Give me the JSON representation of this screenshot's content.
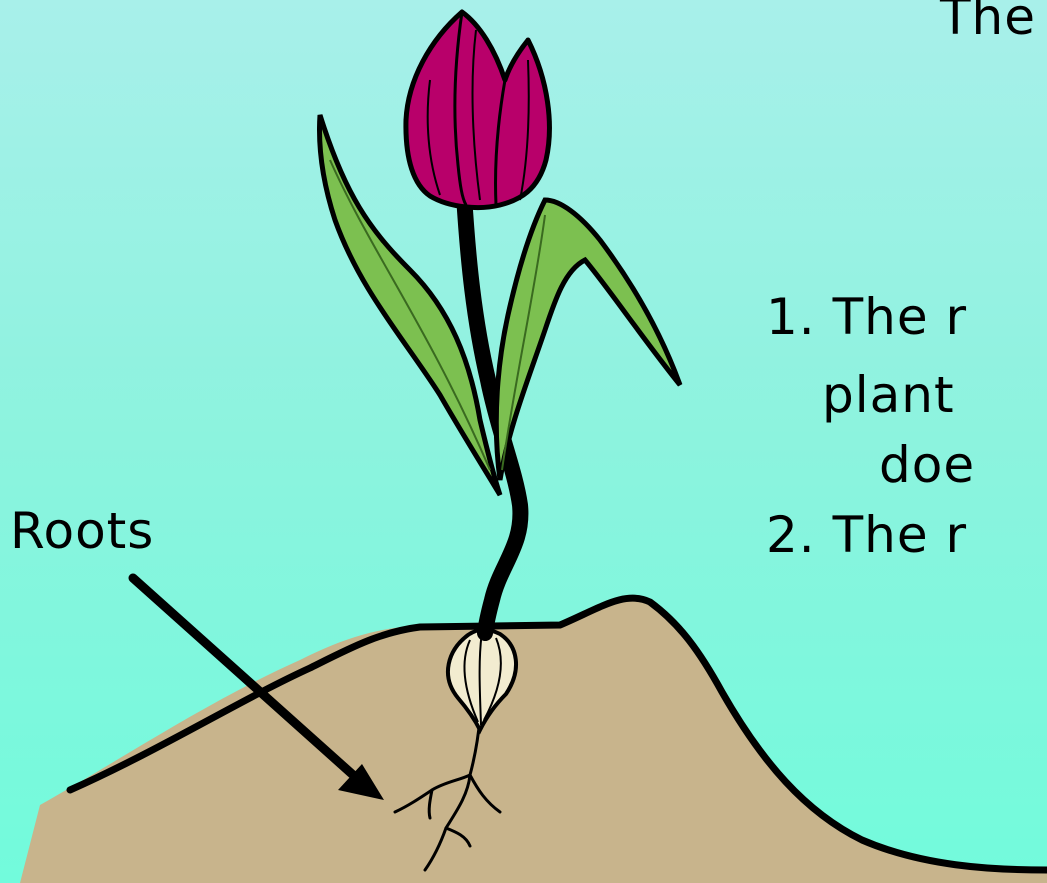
{
  "diagram": {
    "labels": {
      "roots": "Roots"
    },
    "text_block": {
      "title_fragment": "The",
      "subtitle_fragment": "",
      "point1_line1": "1.  The r",
      "point1_line2": "plant",
      "point1_line3": "doe",
      "point2_line1": "2.  The r"
    },
    "parts": [
      "flower",
      "leaves",
      "stem",
      "bulb",
      "roots",
      "soil",
      "arrow"
    ],
    "colors": {
      "background": "#8cf3de",
      "flower": "#b8006a",
      "leaf": "#7cc050",
      "soil": "#c8b48c",
      "bulb": "#f2ecd0",
      "outline": "#000000"
    }
  }
}
